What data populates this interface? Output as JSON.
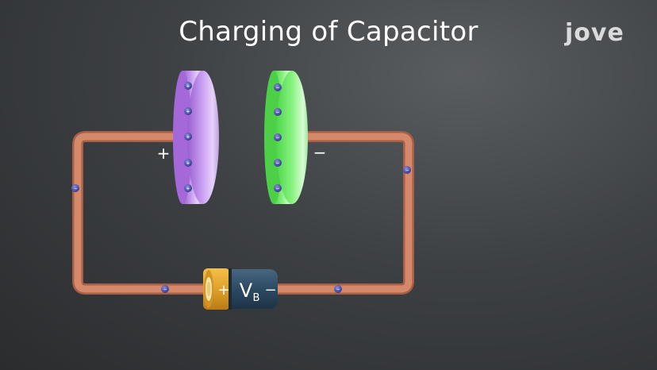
{
  "title": "Charging of Capacitor",
  "logo": "jove",
  "plate_left_sign": "+",
  "plate_right_sign": "−",
  "battery": {
    "positive_sign": "+",
    "label_main": "V",
    "label_sub": "B",
    "negative_sign": "−"
  },
  "colors": {
    "wire": "#c8795a",
    "plate_positive": "#b77fe0",
    "plate_negative": "#6ee86a",
    "battery_positive_cap": "#e0a12a",
    "battery_body": "#2c4a63",
    "charge_dot": "#4a4fa8"
  },
  "charge_symbols": {
    "positive_plate": "+",
    "negative_plate": "−"
  }
}
